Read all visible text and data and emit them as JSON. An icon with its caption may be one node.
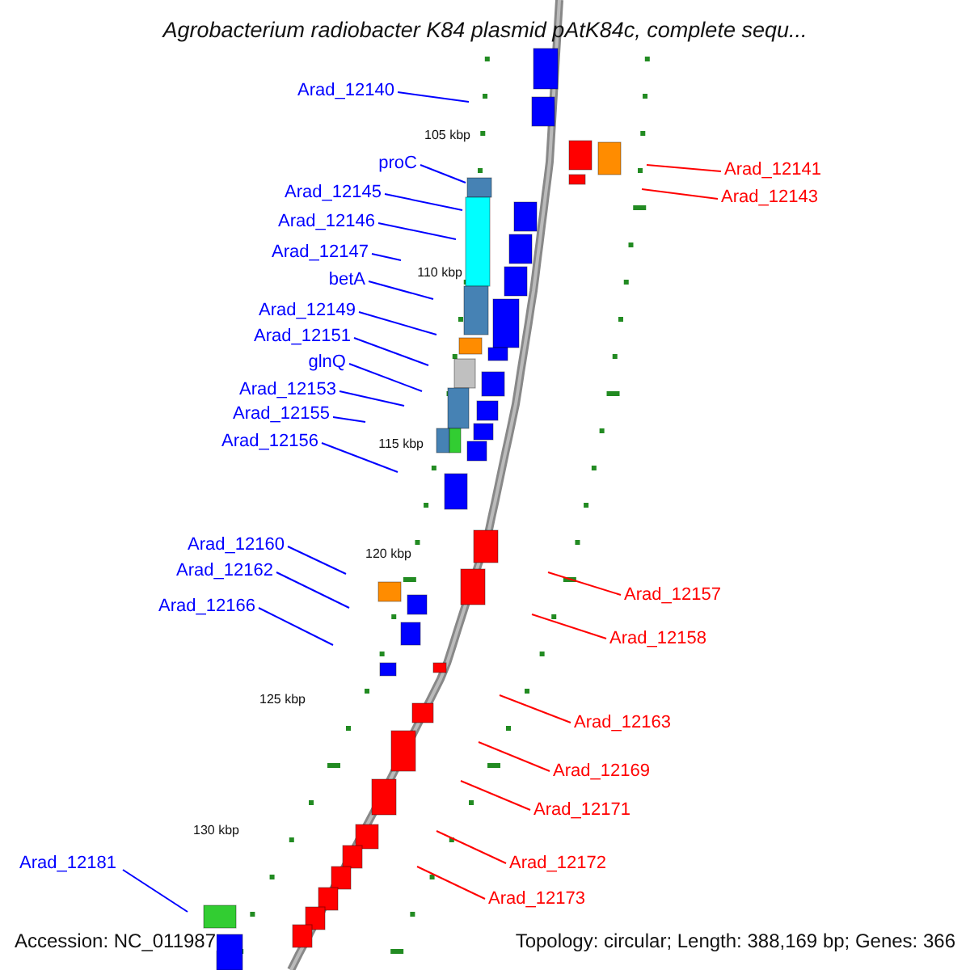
{
  "diagram": {
    "title": "Agrobacterium radiobacter K84 plasmid pAtK84c, complete sequ...",
    "nodes": [
      {
        "text": [
          "Arad_12140"
        ]
      },
      {
        "text": [
          "Arad_12141"
        ]
      },
      {
        "text": [
          "Arad_12143"
        ]
      },
      {
        "text": [
          "proC"
        ]
      },
      {
        "text": [
          "Arad_12145"
        ]
      },
      {
        "text": [
          "Arad_12146"
        ]
      },
      {
        "text": [
          "Arad_12147"
        ]
      },
      {
        "text": [
          "betA"
        ]
      },
      {
        "text": [
          "Arad_12149"
        ]
      },
      {
        "text": [
          "Arad_12151"
        ]
      },
      {
        "text": [
          "glnQ"
        ]
      },
      {
        "text": [
          "Arad_12153"
        ]
      },
      {
        "text": [
          "Arad_12155"
        ]
      },
      {
        "text": [
          "Arad_12156"
        ]
      },
      {
        "text": [
          "Arad_12160"
        ]
      },
      {
        "text": [
          "Arad_12162"
        ]
      },
      {
        "text": [
          "Arad_12157"
        ]
      },
      {
        "text": [
          "Arad_12166"
        ]
      },
      {
        "text": [
          "Arad_12158"
        ]
      },
      {
        "text": [
          "Arad_12163"
        ]
      },
      {
        "text": [
          "Arad_12169"
        ]
      },
      {
        "text": [
          "Arad_12171"
        ]
      },
      {
        "text": [
          "Arad_12172"
        ]
      },
      {
        "text": [
          "Arad_12181"
        ]
      },
      {
        "text": [
          "Arad_12173"
        ]
      }
    ],
    "edges": [
      {
        "from": 0,
        "to": null,
        "arrow": "none"
      },
      {
        "from": 1,
        "to": null,
        "arrow": "none",
        "color": "#ff0000"
      },
      {
        "from": 2,
        "to": null,
        "arrow": "none",
        "color": "#ff0000"
      },
      {
        "from": 3,
        "to": null,
        "arrow": "none"
      },
      {
        "from": 4,
        "to": null,
        "arrow": "none"
      },
      {
        "from": 5,
        "to": null,
        "arrow": "none"
      },
      {
        "from": 6,
        "to": null,
        "arrow": "none"
      },
      {
        "from": 7,
        "to": null,
        "arrow": "none"
      },
      {
        "from": 8,
        "to": null,
        "arrow": "none"
      },
      {
        "from": 9,
        "to": null,
        "arrow": "none"
      },
      {
        "from": 10,
        "to": null,
        "arrow": "none"
      },
      {
        "from": 11,
        "to": null,
        "arrow": "none"
      },
      {
        "from": 12,
        "to": null,
        "arrow": "none"
      },
      {
        "from": 13,
        "to": null,
        "arrow": "none"
      },
      {
        "from": 14,
        "to": null,
        "arrow": "none"
      },
      {
        "from": 15,
        "to": null,
        "arrow": "none"
      },
      {
        "from": 16,
        "to": null,
        "arrow": "none",
        "color": "#ff0000"
      },
      {
        "from": 17,
        "to": null,
        "arrow": "none"
      },
      {
        "from": 18,
        "to": null,
        "arrow": "none",
        "color": "#ff0000"
      },
      {
        "from": 19,
        "to": null,
        "arrow": "none",
        "color": "#ff0000"
      },
      {
        "from": 20,
        "to": null,
        "arrow": "none",
        "color": "#ff0000"
      },
      {
        "from": 21,
        "to": null,
        "arrow": "none",
        "color": "#ff0000"
      },
      {
        "from": 22,
        "to": null,
        "arrow": "none",
        "color": "#ff0000"
      },
      {
        "from": 23,
        "to": null,
        "arrow": "none"
      },
      {
        "from": 24,
        "to": null,
        "arrow": "none",
        "color": "#ff0000"
      }
    ],
    "labels": [
      "105 kbp",
      "110 kbp",
      "115 kbp",
      "120 kbp",
      "125 kbp",
      "130 kbp",
      "Accession: NC_011987",
      "Topology: circular; Length: 388,169 bp; Genes: 366"
    ]
  }
}
